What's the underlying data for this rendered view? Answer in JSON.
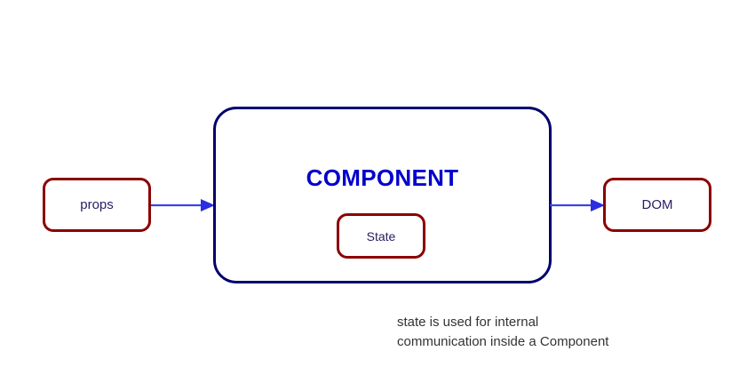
{
  "diagram": {
    "title": "React component data flow diagram",
    "nodes": {
      "props": {
        "label": "props"
      },
      "component": {
        "title": "COMPONENT"
      },
      "state": {
        "label": "State"
      },
      "dom": {
        "label": "DOM"
      }
    },
    "arrows": {
      "props_to_component": {
        "name": "arrow-right-icon"
      },
      "component_to_dom": {
        "name": "arrow-right-icon"
      }
    },
    "caption": "state is used for internal\ncommunication inside a Component",
    "colors": {
      "box_border_red": "#8B0000",
      "component_border_navy": "#00006E",
      "component_title_blue": "#0000CC",
      "node_label_purple": "#2B1A63",
      "arrow_blue": "#3A45E0",
      "caption_gray": "#333333",
      "background": "#FFFFFF"
    }
  }
}
